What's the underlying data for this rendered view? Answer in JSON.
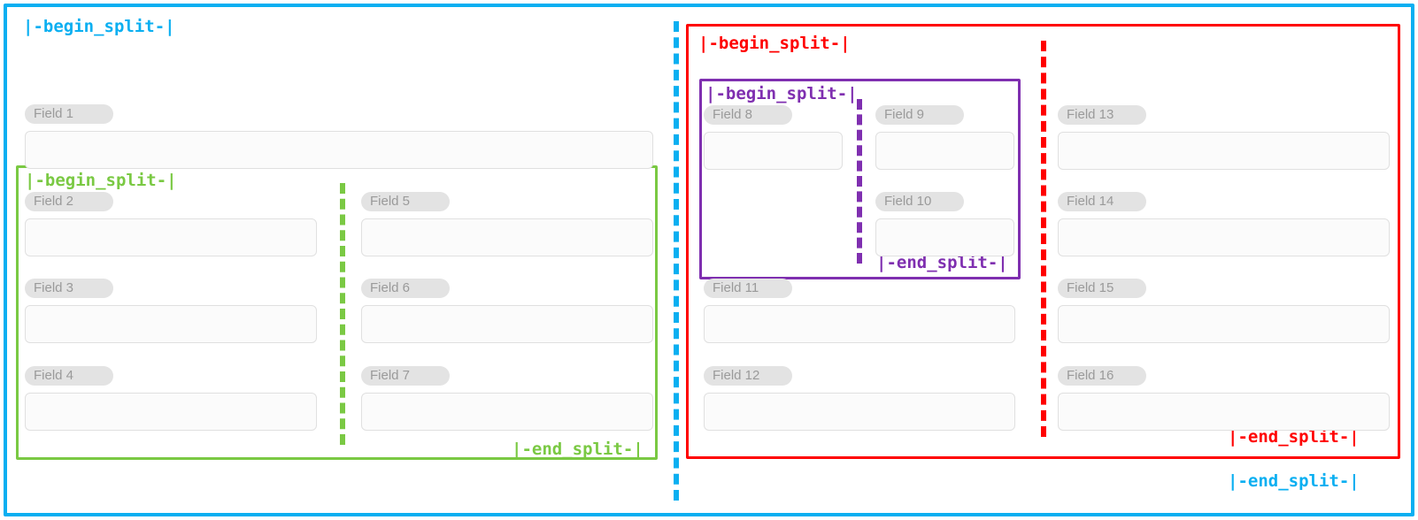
{
  "markers": {
    "begin": "|-begin_split-|",
    "end": "|-end_split-|"
  },
  "colors": {
    "blue": "#0aaff1",
    "green": "#7ac943",
    "red": "#ff0000",
    "purple": "#7f2fb0",
    "label_bg": "#e3e3e3",
    "label_text": "#9a9a9a",
    "input_bg": "#fbfbfb",
    "input_border": "#e0e0e0"
  },
  "regions": {
    "outer_blue": {
      "name": "outer-split-region",
      "color": "blue",
      "begin_label": "|-begin_split-|",
      "end_label": "|-end_split-|",
      "divider": "vertical-dashed"
    },
    "green": {
      "name": "left-inner-split-region",
      "color": "green",
      "begin_label": "|-begin_split-|",
      "end_label": "|-end_split-|",
      "divider": "vertical-dashed"
    },
    "red": {
      "name": "right-inner-split-region",
      "color": "red",
      "begin_label": "|-begin_split-|",
      "end_label": "|-end_split-|",
      "divider": "vertical-dashed"
    },
    "purple": {
      "name": "nested-split-region",
      "color": "purple",
      "begin_label": "|-begin_split-|",
      "end_label": "|-end_split-|",
      "divider": "vertical-dashed"
    }
  },
  "fields": [
    {
      "id": "field-1",
      "label": "Field 1",
      "value": "",
      "placeholder": ""
    },
    {
      "id": "field-2",
      "label": "Field 2",
      "value": "",
      "placeholder": ""
    },
    {
      "id": "field-3",
      "label": "Field 3",
      "value": "",
      "placeholder": ""
    },
    {
      "id": "field-4",
      "label": "Field 4",
      "value": "",
      "placeholder": ""
    },
    {
      "id": "field-5",
      "label": "Field 5",
      "value": "",
      "placeholder": ""
    },
    {
      "id": "field-6",
      "label": "Field 6",
      "value": "",
      "placeholder": ""
    },
    {
      "id": "field-7",
      "label": "Field 7",
      "value": "",
      "placeholder": ""
    },
    {
      "id": "field-8",
      "label": "Field 8",
      "value": "",
      "placeholder": ""
    },
    {
      "id": "field-9",
      "label": "Field 9",
      "value": "",
      "placeholder": ""
    },
    {
      "id": "field-10",
      "label": "Field 10",
      "value": "",
      "placeholder": ""
    },
    {
      "id": "field-11",
      "label": "Field 11",
      "value": "",
      "placeholder": ""
    },
    {
      "id": "field-12",
      "label": "Field 12",
      "value": "",
      "placeholder": ""
    },
    {
      "id": "field-13",
      "label": "Field 13",
      "value": "",
      "placeholder": ""
    },
    {
      "id": "field-14",
      "label": "Field 14",
      "value": "",
      "placeholder": ""
    },
    {
      "id": "field-15",
      "label": "Field 15",
      "value": "",
      "placeholder": ""
    },
    {
      "id": "field-16",
      "label": "Field 16",
      "value": "",
      "placeholder": ""
    }
  ]
}
